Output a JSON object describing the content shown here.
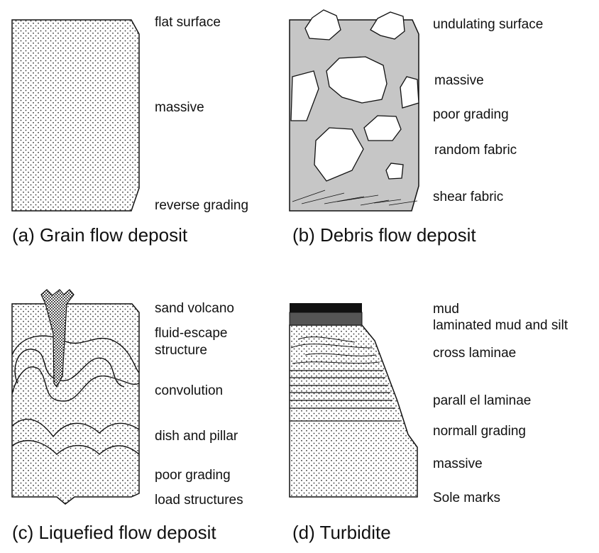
{
  "panels": {
    "a": {
      "caption": "(a) Grain flow deposit",
      "labels": [
        "flat surface",
        "massive",
        "reverse grading"
      ]
    },
    "b": {
      "caption": "(b) Debris flow deposit",
      "labels": [
        "undulating surface",
        "massive",
        "poor grading",
        "random fabric",
        "shear fabric"
      ]
    },
    "c": {
      "caption": "(c) Liquefied flow deposit",
      "labels": [
        "sand volcano",
        "fluid-escape",
        "structure",
        "convolution",
        "dish and pillar",
        "poor grading",
        "load structures"
      ]
    },
    "d": {
      "caption": "(d) Turbidite",
      "labels": [
        "mud",
        "laminated mud and silt",
        "cross laminae",
        "parall el laminae",
        "normall grading",
        "massive",
        "Sole marks"
      ]
    }
  },
  "colors": {
    "stipple_dot": "#333333",
    "debris_matrix": "#c6c6c6",
    "mud": "#111111",
    "laminated_mud": "#555555",
    "outline": "#111111"
  }
}
